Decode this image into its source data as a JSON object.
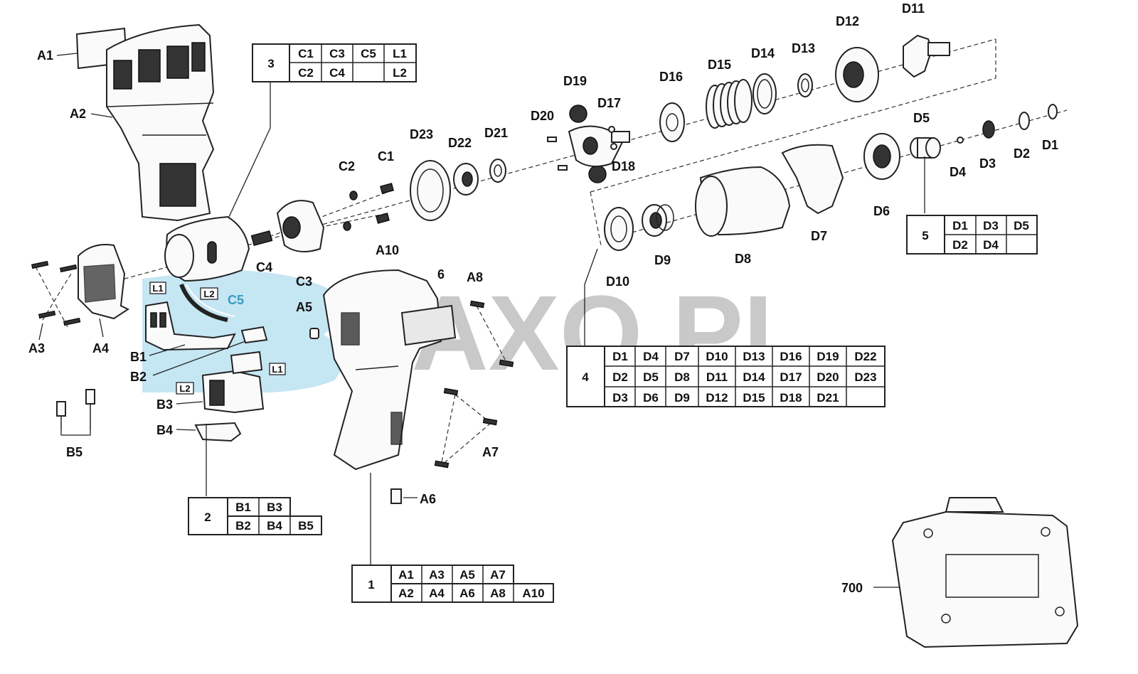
{
  "watermark": {
    "logo_text": "BAXO.PL"
  },
  "callouts": {
    "A1": "A1",
    "A2": "A2",
    "A3": "A3",
    "A4": "A4",
    "A5": "A5",
    "A6": "A6",
    "A7": "A7",
    "A8": "A8",
    "A10": "A10",
    "B1": "B1",
    "B2": "B2",
    "B3": "B3",
    "B4": "B4",
    "B5": "B5",
    "C1": "C1",
    "C2": "C2",
    "C3": "C3",
    "C4": "C4",
    "C5": "C5",
    "D1": "D1",
    "D2": "D2",
    "D3": "D3",
    "D4": "D4",
    "D5": "D5",
    "D6": "D6",
    "D7": "D7",
    "D8": "D8",
    "D9": "D9",
    "D10": "D10",
    "D11": "D11",
    "D12": "D12",
    "D13": "D13",
    "D14": "D14",
    "D15": "D15",
    "D16": "D16",
    "D17": "D17",
    "D18": "D18",
    "D19": "D19",
    "D20": "D20",
    "D21": "D21",
    "D22": "D22",
    "D23": "D23",
    "p6": "6",
    "p700": "700"
  },
  "wire_tags": {
    "L1a": "L1",
    "L2a": "L2",
    "L1b": "L1",
    "L2b": "L2"
  },
  "groups": {
    "g1": {
      "num": "1",
      "rows": [
        [
          "A1",
          "A3",
          "A5",
          "A7",
          ""
        ],
        [
          "A2",
          "A4",
          "A6",
          "A8",
          "A10"
        ]
      ]
    },
    "g2": {
      "num": "2",
      "rows": [
        [
          "B1",
          "B3",
          ""
        ],
        [
          "B2",
          "B4",
          "B5"
        ]
      ]
    },
    "g3": {
      "num": "3",
      "rows": [
        [
          "C1",
          "C3",
          "C5",
          "L1"
        ],
        [
          "C2",
          "C4",
          "",
          "L2"
        ]
      ]
    },
    "g4": {
      "num": "4",
      "rows": [
        [
          "D1",
          "D4",
          "D7",
          "D10",
          "D13",
          "D16",
          "D19",
          "D22"
        ],
        [
          "D2",
          "D5",
          "D8",
          "D11",
          "D14",
          "D17",
          "D20",
          "D23"
        ],
        [
          "D3",
          "D6",
          "D9",
          "D12",
          "D15",
          "D18",
          "D21",
          ""
        ]
      ]
    },
    "g5": {
      "num": "5",
      "rows": [
        [
          "D1",
          "D3",
          "D5"
        ],
        [
          "D2",
          "D4",
          ""
        ]
      ]
    }
  }
}
